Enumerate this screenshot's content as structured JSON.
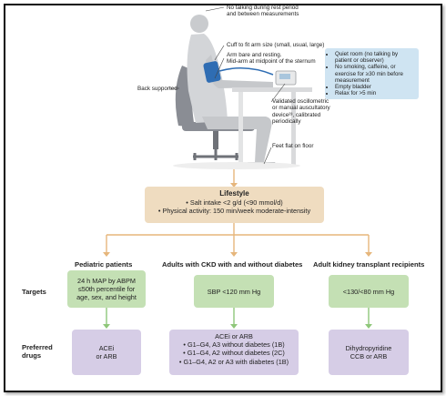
{
  "illustration": {
    "annotations": {
      "talking": [
        "No talking during rest period",
        "and between measurements"
      ],
      "cuff": "Cuff to fit arm size (small, usual, large)",
      "arm": [
        "Arm bare and resting.",
        "Mid-arm at midpoint of the sternum"
      ],
      "back": "Back supported",
      "device": [
        "Validated oscillometric",
        "or manual auscultatory",
        "device²³, calibrated",
        "periodically"
      ],
      "feet": "Feet flat on floor"
    },
    "conditions": [
      "Quiet room (no talking by patient or observer)",
      "No smoking, caffeine, or exercise for ≥30 min before measurement",
      "Empty bladder",
      "Relax for >5 min"
    ]
  },
  "lifestyle": {
    "title": "Lifestyle",
    "items": [
      "• Salt intake <2 g/d (<90 mmol/d)",
      "• Physical activity: 150 min/week moderate-intensity"
    ]
  },
  "columns": {
    "pediatric": "Pediatric patients",
    "ckd": "Adults with CKD with and without diabetes",
    "transplant": "Adult kidney transplant recipients"
  },
  "rows": {
    "targets": "Targets",
    "drugs_line1": "Preferred",
    "drugs_line2": "drugs"
  },
  "targets": {
    "pediatric": [
      "24 h MAP by ABPM",
      "≤50th percentile for",
      "age, sex, and height"
    ],
    "ckd": "SBP <120 mm Hg",
    "transplant": "<130/<80 mm Hg"
  },
  "drugs": {
    "pediatric": [
      "ACEi",
      "or ARB"
    ],
    "ckd": [
      "ACEi or ARB",
      "• G1–G4, A3 without diabetes (1B)",
      "• G1–G4, A2 without diabetes (2C)",
      "• G1–G4, A2 or A3 with diabetes (1B)"
    ],
    "transplant": [
      "Dihydropyridine",
      "CCB or ARB"
    ]
  }
}
